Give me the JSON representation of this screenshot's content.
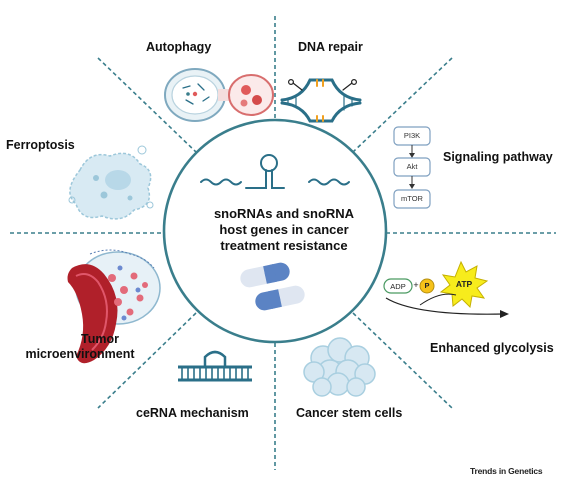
{
  "center": {
    "title_lines": [
      "snoRNAs and snoRNA",
      "host genes in cancer",
      "treatment resistance"
    ]
  },
  "labels": {
    "autophagy": "Autophagy",
    "dna_repair": "DNA repair",
    "ferroptosis": "Ferroptosis",
    "signaling_pathway": "Signaling pathway",
    "tumor_microenvironment_1": "Tumor",
    "tumor_microenvironment_2": "microenvironment",
    "enhanced_glycolysis": "Enhanced glycolysis",
    "cerna_mechanism": "ceRNA mechanism",
    "cancer_stem_cells": "Cancer stem cells"
  },
  "signaling": {
    "nodes": [
      "PI3K",
      "Akt",
      "mTOR"
    ]
  },
  "glycolysis": {
    "adp": "ADP",
    "plus": "+",
    "p": "P",
    "atp": "ATP"
  },
  "credit": "Trends in Genetics",
  "colors": {
    "dashed_line": "#3a7e8c",
    "circle_stroke": "#3a7e8c",
    "wave": "#2a6f88",
    "atp_star": "#f7ec1c",
    "phosphate": "#f6c21a",
    "tumor_red": "#b0202a",
    "cell_blue": "#a9cfe0",
    "pill_blue": "#5b83c4"
  }
}
